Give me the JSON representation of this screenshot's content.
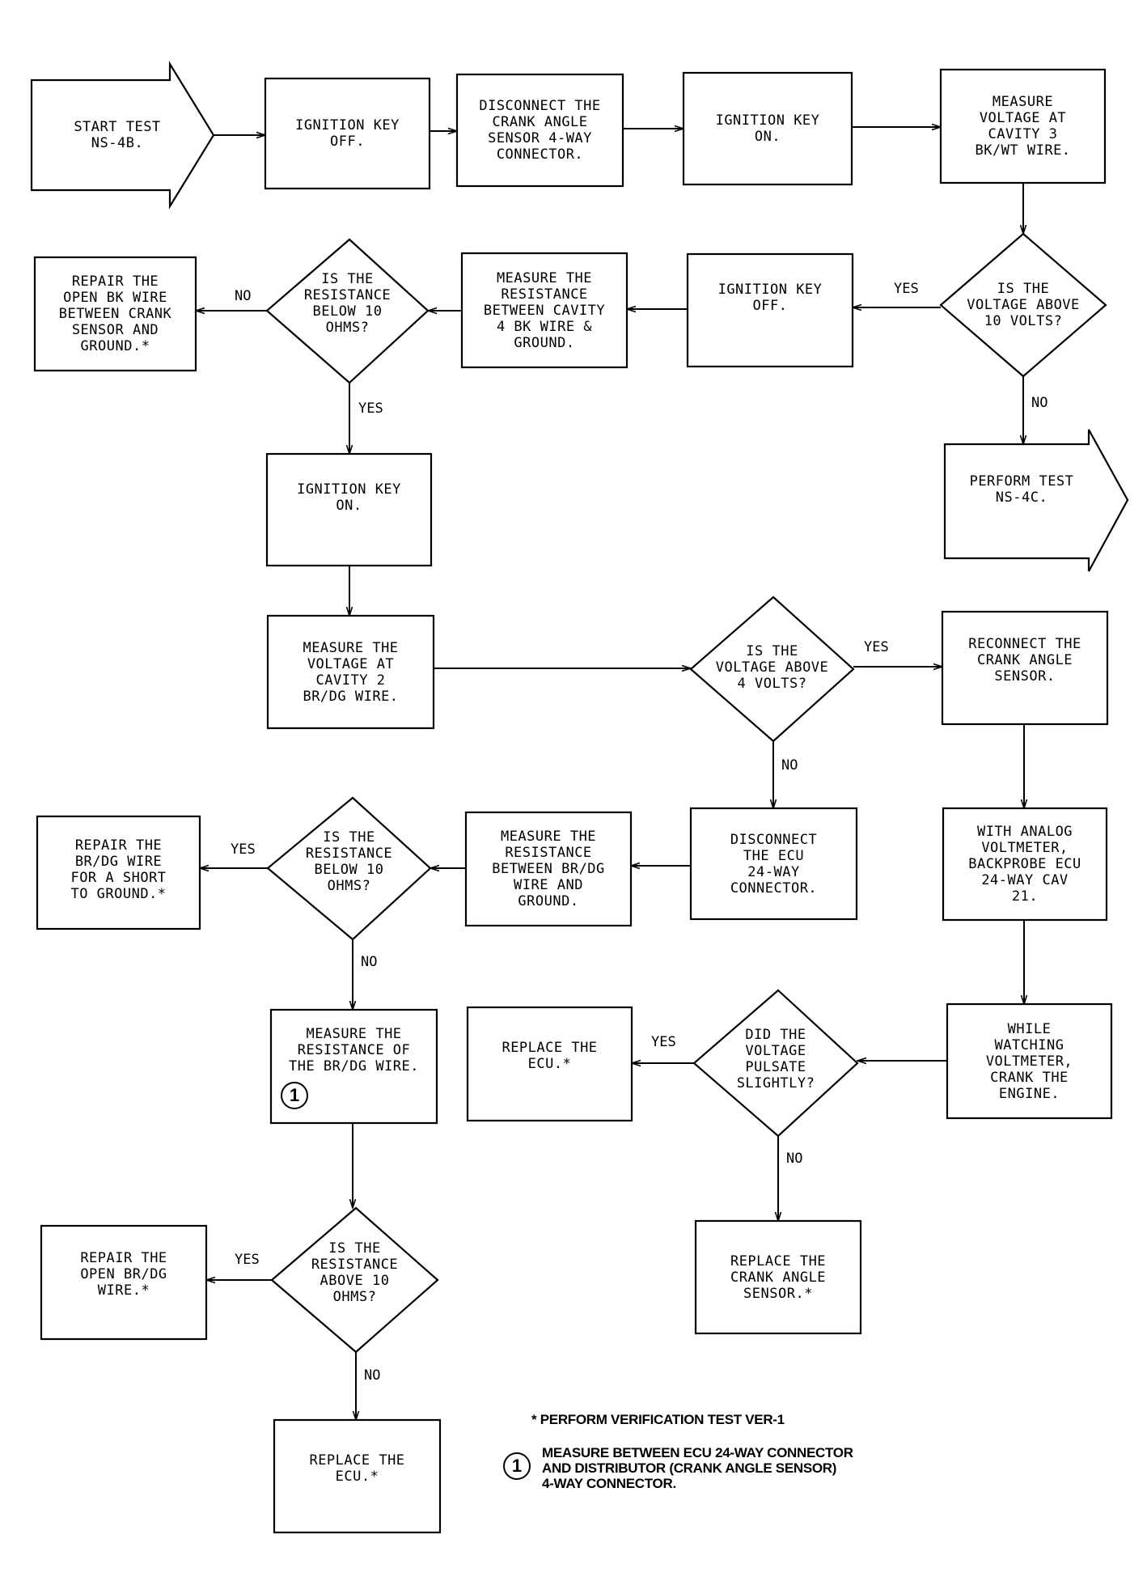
{
  "nodes": {
    "start_test": "START TEST\nNS-4B.",
    "ign_off_1": "IGNITION KEY\nOFF.",
    "disconnect_cas": "DISCONNECT THE\nCRANK ANGLE\nSENSOR 4-WAY\nCONNECTOR.",
    "ign_on_1": "IGNITION KEY\nON.",
    "measure_cav3": "MEASURE\nVOLTAGE AT\nCAVITY 3\nBK/WT WIRE.",
    "q_above_10v": "IS THE\nVOLTAGE ABOVE\n10 VOLTS?",
    "ign_off_2": "IGNITION KEY\nOFF.",
    "measure_cav4_res": "MEASURE THE\nRESISTANCE\nBETWEEN CAVITY\n4 BK WIRE &\nGROUND.",
    "q_below_10_ohms_1": "IS THE\nRESISTANCE\nBELOW 10\nOHMS?",
    "repair_open_bk": "REPAIR THE\nOPEN BK WIRE\nBETWEEN CRANK\nSENSOR AND\nGROUND.*",
    "perform_ns4c": "PERFORM TEST\nNS-4C.",
    "ign_on_2": "IGNITION KEY\nON.",
    "measure_cav2": "MEASURE THE\nVOLTAGE AT\nCAVITY 2\nBR/DG WIRE.",
    "q_above_4v": "IS THE\nVOLTAGE ABOVE\n4 VOLTS?",
    "reconnect_cas": "RECONNECT THE\nCRANK ANGLE\nSENSOR.",
    "disconnect_ecu": "DISCONNECT\nTHE ECU\n24-WAY\nCONNECTOR.",
    "measure_brdg_ground": "MEASURE THE\nRESISTANCE\nBETWEEN BR/DG\nWIRE AND\nGROUND.",
    "q_below_10_ohms_2": "IS THE\nRESISTANCE\nBELOW 10\nOHMS?",
    "repair_brdg_short": "REPAIR THE\nBR/DG WIRE\nFOR A SHORT\nTO GROUND.*",
    "analog_voltmeter": "WITH ANALOG\nVOLTMETER,\nBACKPROBE ECU\n24-WAY CAV\n21.",
    "measure_brdg_res": "MEASURE THE\nRESISTANCE OF\nTHE BR/DG WIRE.",
    "while_cranking": "WHILE\nWATCHING\nVOLTMETER,\nCRANK THE\nENGINE.",
    "q_pulsate": "DID THE\nVOLTAGE\nPULSATE\nSLIGHTLY?",
    "replace_ecu_1": "REPLACE THE\nECU.*",
    "replace_cas": "REPLACE THE\nCRANK ANGLE\nSENSOR.*",
    "q_above_10_ohms": "IS THE\nRESISTANCE\nABOVE 10\nOHMS?",
    "repair_open_brdg": "REPAIR THE\nOPEN BR/DG\nWIRE.*",
    "replace_ecu_2": "REPLACE THE\nECU.*"
  },
  "edge_labels": {
    "yes_10v": "YES",
    "no_10v": "NO",
    "no_ohms_1": "NO",
    "yes_ohms_1": "YES",
    "yes_4v": "YES",
    "no_4v": "NO",
    "yes_ohms_2": "YES",
    "no_ohms_2": "NO",
    "yes_pulsate": "YES",
    "no_pulsate": "NO",
    "yes_ohms_3": "YES",
    "no_ohms_3": "NO"
  },
  "badge": "1",
  "notes": {
    "verification": "* PERFORM VERIFICATION TEST VER-1",
    "footnote_1": "MEASURE BETWEEN ECU 24-WAY CONNECTOR\nAND DISTRIBUTOR (CRANK ANGLE SENSOR)\n4-WAY CONNECTOR."
  }
}
